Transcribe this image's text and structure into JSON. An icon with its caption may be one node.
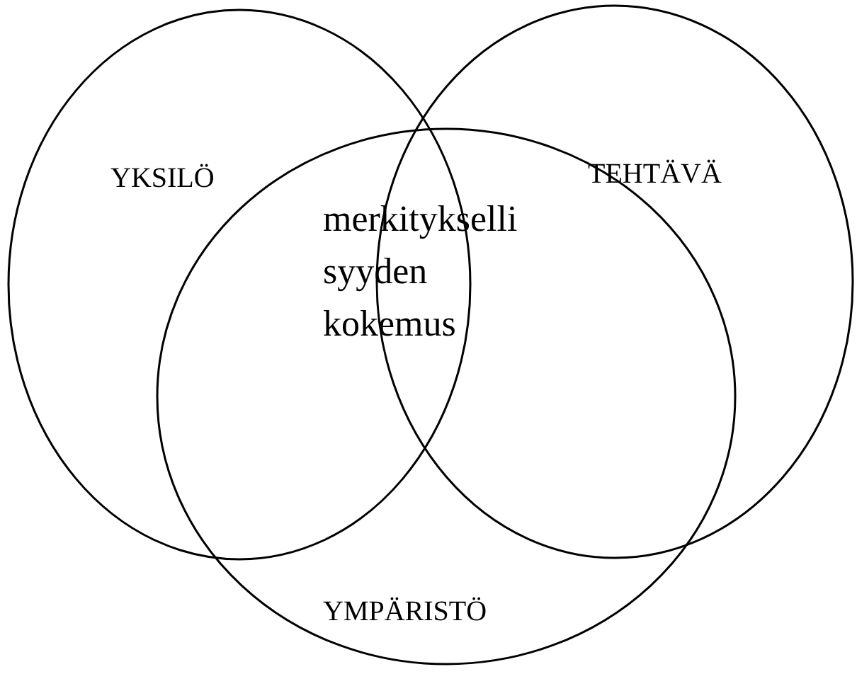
{
  "diagram": {
    "nodes": [
      {
        "text": [
          "YKSILÖ"
        ]
      },
      {
        "text": [
          "TEHTÄVÄ"
        ]
      },
      {
        "text": [
          "YMPÄRISTÖ"
        ]
      }
    ],
    "labels": [
      "merkitykselli syyden kokemus"
    ]
  }
}
